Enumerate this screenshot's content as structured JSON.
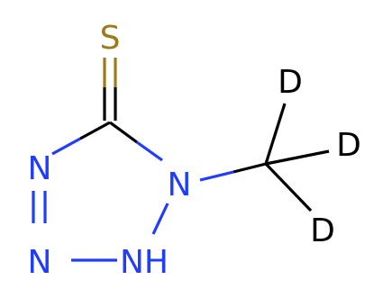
{
  "colors": {
    "sulfur": "#9b7b1a",
    "nitrogen": "#1f3cff",
    "deuterium": "#000000",
    "carbon_bond": "#000000",
    "background": "#ffffff"
  },
  "atoms": {
    "sulfur": "S",
    "n4": "N",
    "n3": "N",
    "n1": "N",
    "n2h": "NH",
    "d_top": "D",
    "d_right": "D",
    "d_bottom": "D"
  }
}
